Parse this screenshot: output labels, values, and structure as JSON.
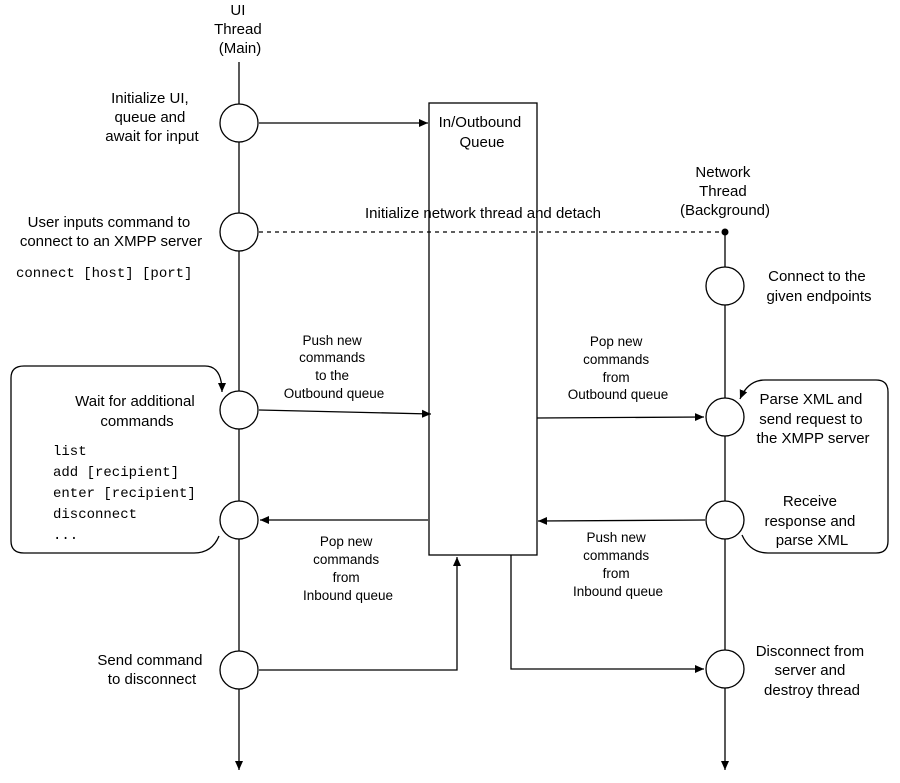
{
  "threads": {
    "ui": [
      "UI",
      "Thread",
      "(Main)"
    ],
    "network": [
      "Network",
      "Thread",
      "(Background)"
    ]
  },
  "queue": [
    "In/Outbound",
    "Queue"
  ],
  "ui_steps": {
    "init": [
      "Initialize UI,",
      "queue and",
      "await for input"
    ],
    "connect": [
      "User inputs command to",
      "connect to an XMPP server"
    ],
    "connect_command": "connect [host] [port]",
    "wait": [
      "Wait for additional",
      "commands"
    ],
    "commands": [
      "list",
      "add [recipient]",
      "enter [recipient]",
      "disconnect",
      "..."
    ],
    "send_disconnect": [
      "Send command",
      "to disconnect"
    ]
  },
  "network_steps": {
    "connect": [
      "Connect to the",
      "given endpoints"
    ],
    "parse": [
      "Parse XML and",
      "send request to",
      "the XMPP server"
    ],
    "receive": [
      "Receive",
      "response and",
      "parse XML"
    ],
    "disconnect": [
      "Disconnect from",
      "server and",
      "destroy thread"
    ]
  },
  "edge_labels": {
    "init_network": "Initialize network thread and detach",
    "push_outbound": [
      "Push new",
      "commands",
      "to the",
      "Outbound queue"
    ],
    "pop_outbound": [
      "Pop new",
      "commands",
      "from",
      "Outbound queue"
    ],
    "push_inbound": [
      "Push new",
      "commands",
      "from",
      "Inbound queue"
    ],
    "pop_inbound": [
      "Pop new",
      "commands",
      "from",
      "Inbound queue"
    ]
  }
}
